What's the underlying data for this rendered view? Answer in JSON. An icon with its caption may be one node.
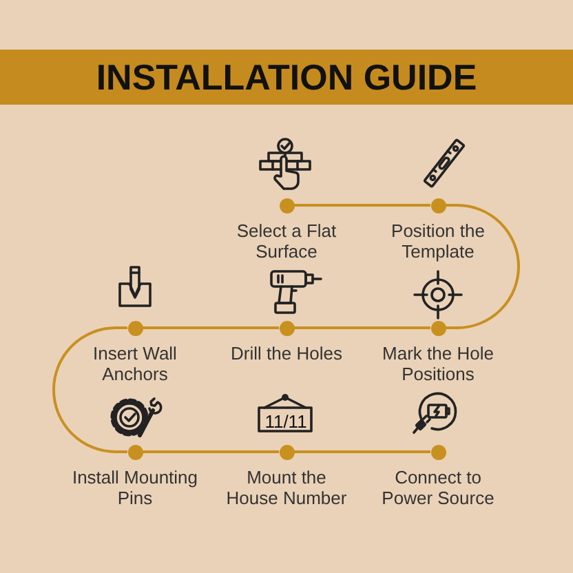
{
  "diagram": {
    "title": "INSTALLATION GUIDE",
    "nodes": [
      {
        "text": [],
        "shape": "circle",
        "beside": [
          "Select a Flat Surface"
        ]
      },
      {
        "text": [],
        "shape": "circle",
        "beside": [
          "Position the Template"
        ]
      },
      {
        "text": [],
        "shape": "circle",
        "beside": [
          "Mark the Hole Positions"
        ]
      },
      {
        "text": [],
        "shape": "circle",
        "beside": [
          "Drill the Holes"
        ]
      },
      {
        "text": [],
        "shape": "circle",
        "beside": [
          "Insert Wall Anchors"
        ]
      },
      {
        "text": [],
        "shape": "circle",
        "beside": [
          "Install Mounting Pins"
        ]
      },
      {
        "text": [],
        "shape": "circle",
        "beside": [
          "Mount the House Number"
        ]
      },
      {
        "text": [],
        "shape": "circle",
        "beside": [
          "Connect to Power Source"
        ]
      }
    ],
    "edges": [
      {
        "from": 0,
        "to": 1,
        "arrow": "none"
      },
      {
        "from": 1,
        "to": 2,
        "arrow": "none"
      },
      {
        "from": 2,
        "to": 3,
        "arrow": "none"
      },
      {
        "from": 3,
        "to": 4,
        "arrow": "none"
      },
      {
        "from": 4,
        "to": 5,
        "arrow": "none"
      },
      {
        "from": 5,
        "to": 6,
        "arrow": "none"
      },
      {
        "from": 6,
        "to": 7,
        "arrow": "none"
      }
    ],
    "labels": [
      "11/11"
    ]
  }
}
